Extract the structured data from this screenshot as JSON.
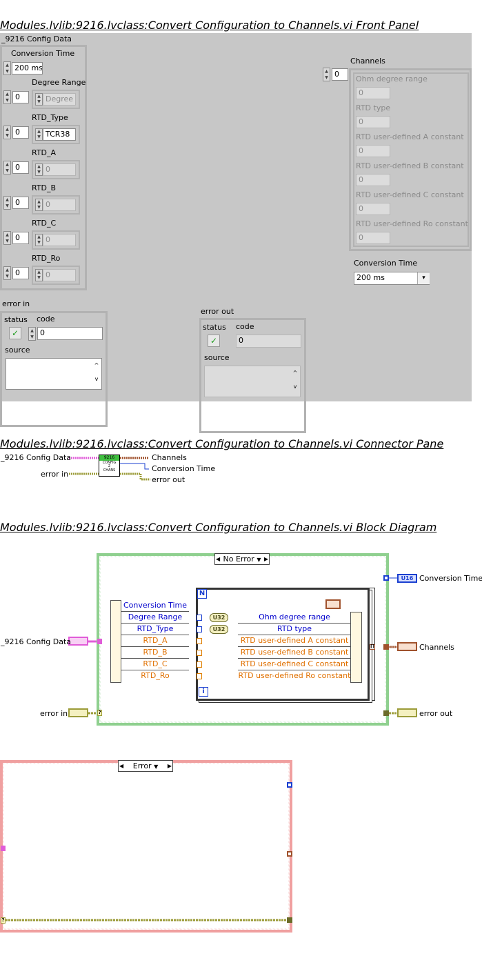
{
  "front_panel": {
    "heading": "Modules.lvlib:9216.lvclass:Convert Configuration to Channels.vi Front Panel",
    "config_label": "_9216 Config Data",
    "conversion_time_label": "Conversion Time",
    "conversion_time_value": "200 ms",
    "degree_range_label": "Degree Range",
    "degree_range_index": "0",
    "degree_range_value": "Degree",
    "rtd_type_label": "RTD_Type",
    "rtd_type_index": "0",
    "rtd_type_value": "TCR38",
    "rtd_a_label": "RTD_A",
    "rtd_a_index": "0",
    "rtd_a_value": "0",
    "rtd_b_label": "RTD_B",
    "rtd_b_index": "0",
    "rtd_b_value": "0",
    "rtd_c_label": "RTD_C",
    "rtd_c_index": "0",
    "rtd_c_value": "0",
    "rtd_ro_label": "RTD_Ro",
    "rtd_ro_index": "0",
    "rtd_ro_value": "0",
    "channels_label": "Channels",
    "channels_index": "0",
    "ohm_label": "Ohm degree range",
    "ohm_value": "0",
    "rtd_type2_label": "RTD type",
    "rtd_type2_value": "0",
    "ua_label": "RTD user-defined A constant",
    "ua_value": "0",
    "ub_label": "RTD user-defined B constant",
    "ub_value": "0",
    "uc_label": "RTD user-defined C constant",
    "uc_value": "0",
    "uro_label": "RTD user-defined Ro constant",
    "uro_value": "0",
    "conv_time_out_label": "Conversion Time",
    "conv_time_out_value": "200 ms",
    "error_in_label": "error in",
    "error_out_label": "error out",
    "status_label": "status",
    "code_label": "code",
    "source_label": "source",
    "code_value": "0"
  },
  "connector_pane": {
    "heading": "Modules.lvlib:9216.lvclass:Convert Configuration to Channels.vi Connector Pane",
    "input1": "_9216 Config Data",
    "input2": "error in",
    "output1": "Channels",
    "output2": "Conversion Time",
    "output3": "error out",
    "icon_line1": "9216",
    "icon_line2": "CONFIG",
    "icon_line3": "2",
    "icon_line4": "CHANS"
  },
  "block_diagram": {
    "heading": "Modules.lvlib:9216.lvclass:Convert Configuration to Channels.vi Block Diagram",
    "case_no_error": "No Error",
    "case_error": "Error",
    "input_config": "_9216 Config Data",
    "input_error": "error in",
    "output_conv": "Conversion Time",
    "output_channels": "Channels",
    "output_error": "error out",
    "loop_n": "N",
    "loop_i": "i",
    "u16": "U16",
    "u32": "U32",
    "unbundle": [
      "Conversion Time",
      "Degree Range",
      "RTD_Type",
      "RTD_A",
      "RTD_B",
      "RTD_C",
      "RTD_Ro"
    ],
    "bundle": [
      "Ohm degree range",
      "RTD type",
      "RTD user-defined A constant",
      "RTD user-defined B constant",
      "RTD user-defined C constant",
      "RTD user-defined Ro constant"
    ]
  },
  "colors": {
    "panel": "#c7c7c7",
    "no_error_frame": "#8fd08f",
    "error_frame": "#f0a0a0",
    "cluster_wire": "#e05cd8",
    "error_wire": "#9c9c3a",
    "int_wire": "#1a3fd0",
    "dbl_wire": "#e08000",
    "array_wire": "#a0522d"
  }
}
